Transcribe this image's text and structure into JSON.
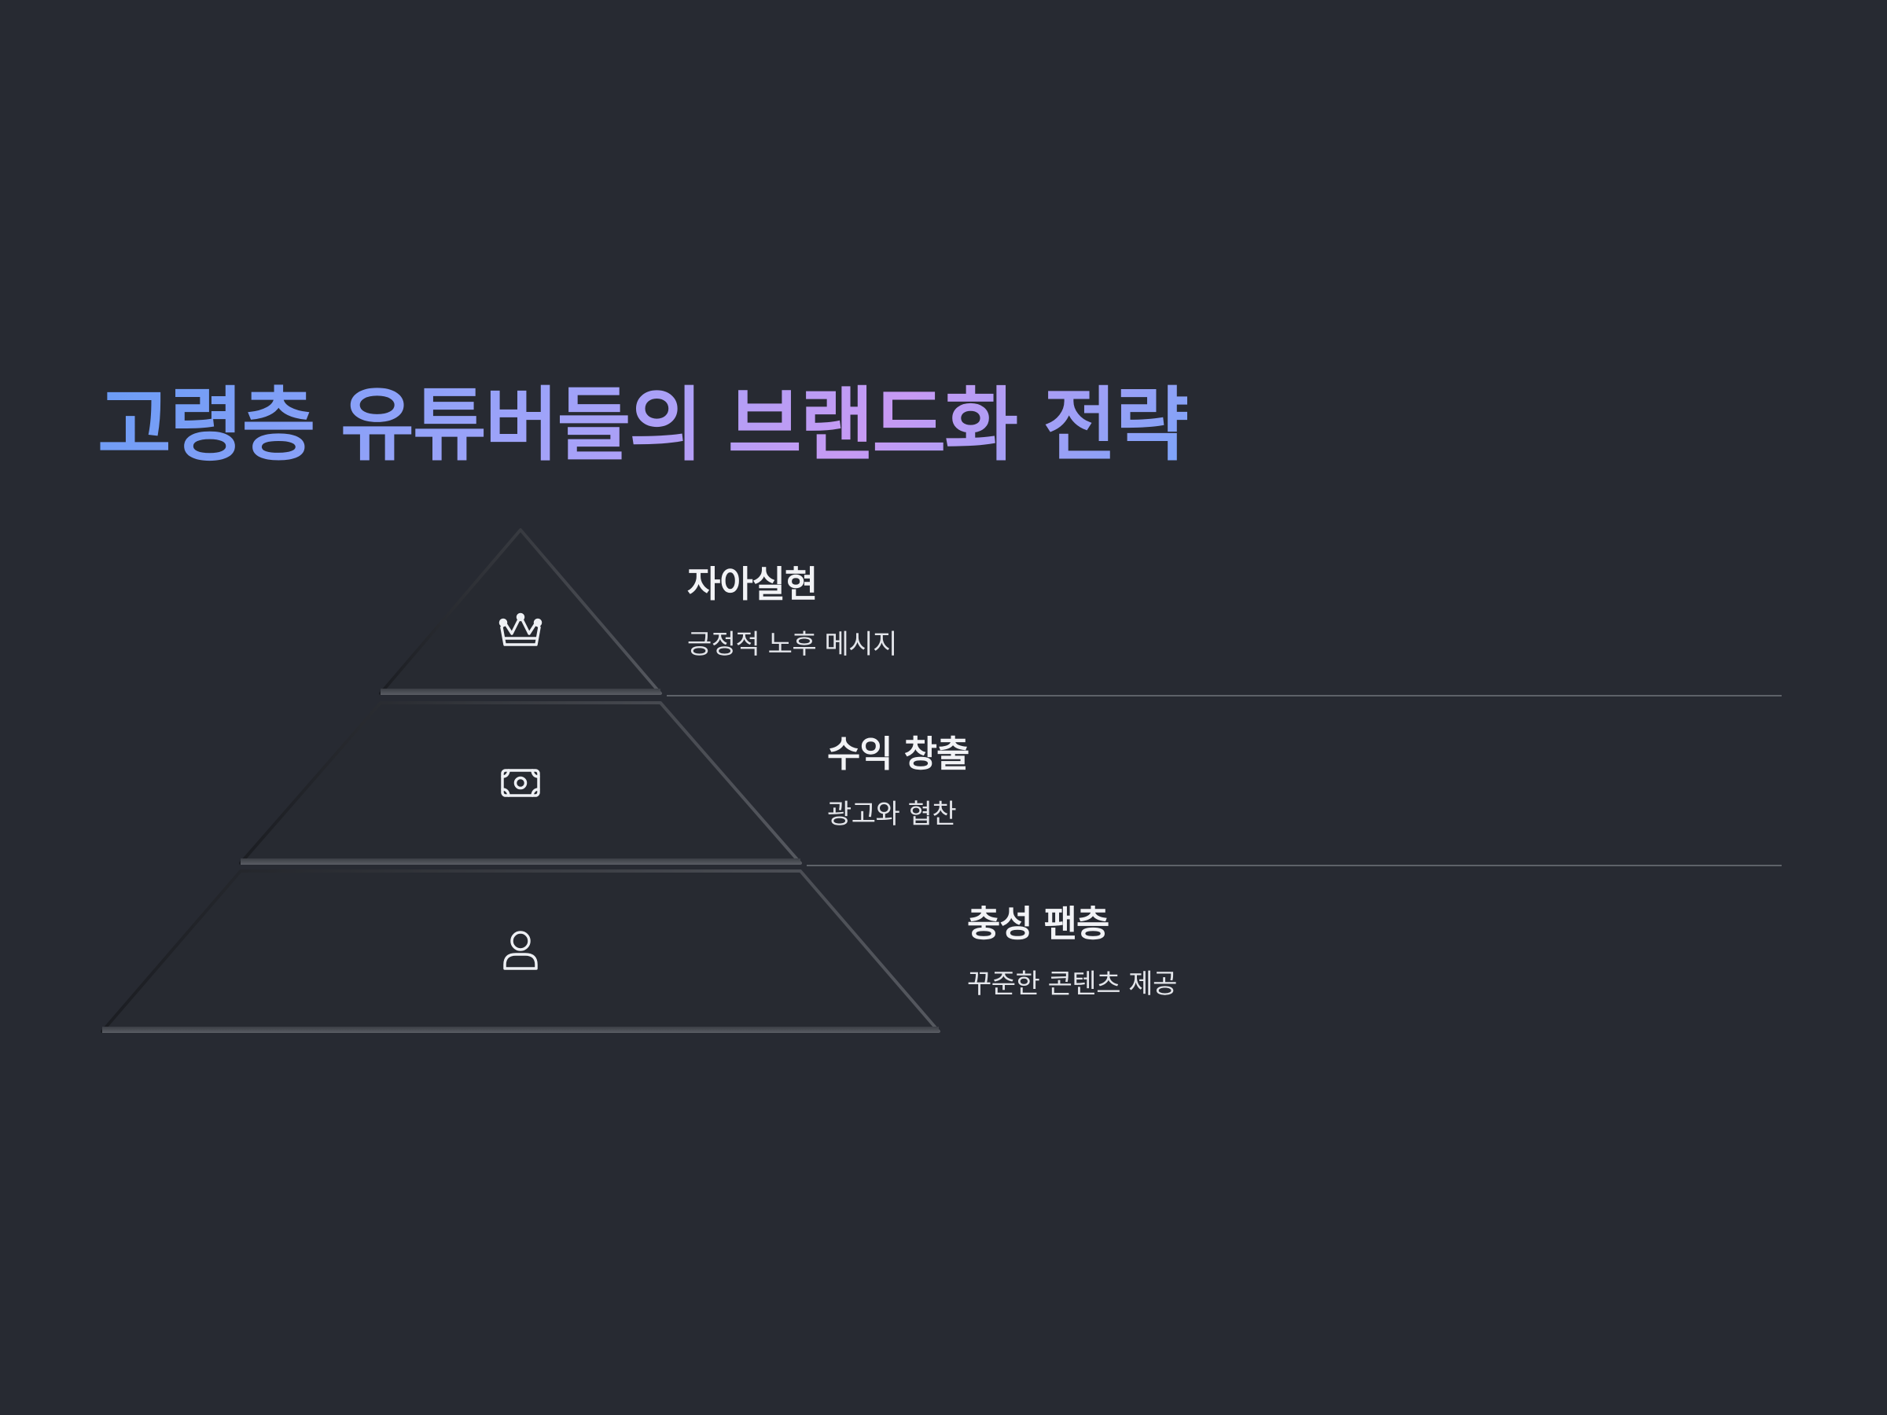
{
  "title": "고령층 유튜버들의 브랜드화 전략",
  "levels": [
    {
      "title": "자아실현",
      "description": "긍정적 노후 메시지",
      "icon": "crown-icon"
    },
    {
      "title": "수익 창출",
      "description": "광고와 협찬",
      "icon": "money-bill-icon"
    },
    {
      "title": "충성 팬층",
      "description": "꾸준한 콘텐츠 제공",
      "icon": "person-icon"
    }
  ],
  "colors": {
    "background": "#272a32",
    "title_gradient": [
      "#6a9cf5",
      "#c79af3"
    ],
    "text": "#f2f3f6",
    "separator": "#5e6269"
  }
}
